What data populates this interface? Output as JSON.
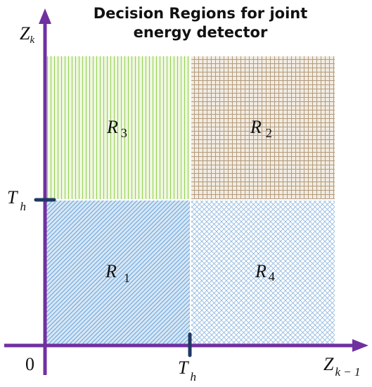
{
  "title": {
    "line1": "Decision Regions for joint",
    "line2": "energy detector"
  },
  "axes": {
    "y_axis_label": {
      "base": "Z",
      "sub": "k"
    },
    "x_axis_label": {
      "base": "Z",
      "sub": "k − 1"
    },
    "origin_label": "0",
    "threshold_y": {
      "base": "T",
      "sub": "h"
    },
    "threshold_x": {
      "base": "T",
      "sub": "h"
    },
    "axis_color": "#7030a0",
    "tick_color": "#1f3864"
  },
  "regions": [
    {
      "id": "R3",
      "base": "R",
      "sub": "3",
      "pattern": "vertical-lines",
      "color": "#92d050"
    },
    {
      "id": "R2",
      "base": "R",
      "sub": "2",
      "pattern": "grid",
      "color": "#b39b7b"
    },
    {
      "id": "R1",
      "base": "R",
      "sub": "1",
      "pattern": "diagonal-lines",
      "color": "#5b9bd5"
    },
    {
      "id": "R4",
      "base": "R",
      "sub": "4",
      "pattern": "crosshatch",
      "color": "#5b9bd5"
    }
  ]
}
